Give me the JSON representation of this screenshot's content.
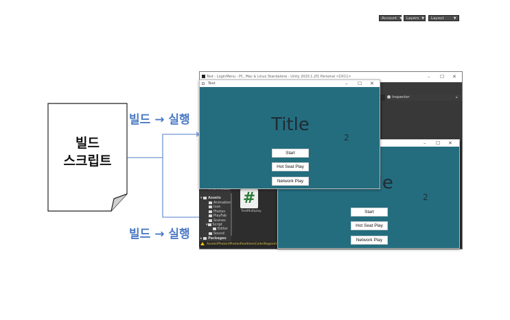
{
  "document": {
    "label_line1": "빌드",
    "label_line2": "스크립트"
  },
  "arrows": {
    "top_label": "빌드 → 실행",
    "bottom_label": "빌드 → 실행",
    "color": "#8aa9dc"
  },
  "unity_editor": {
    "title": "Test - LoginMenu - PC, Mac & Linux Standalone - Unity 2020.1.2f1 Personal <DX11>",
    "window_controls": [
      "–",
      "☐",
      "✕"
    ],
    "toolbar": {
      "account": "Account",
      "layers": "Layers",
      "layout": "Layout"
    },
    "inspector_tab": "Inspector",
    "project": {
      "search_all_prefabs": "All Prefabs",
      "assets_label": "Assets",
      "folders": [
        "Animation",
        "Icon",
        "Photon",
        "PlayFab",
        "Scenes",
        "Script",
        "Editor",
        "Sound"
      ],
      "packages_label": "Packages",
      "script_file": "TestMultiplay"
    },
    "status": "Assets\\Photon\\PhotonRealtime\\Code\\RegionH"
  },
  "game_window_front": {
    "title_bar": "Test",
    "heading": "Title",
    "number": "2",
    "buttons": [
      "Start",
      "Hot Seat Play",
      "Network Play"
    ],
    "bg_color": "#246d7f"
  },
  "game_window_back": {
    "heading": "Title",
    "number": "2",
    "buttons": [
      "Start",
      "Hot Seat Play",
      "Network Play"
    ]
  }
}
